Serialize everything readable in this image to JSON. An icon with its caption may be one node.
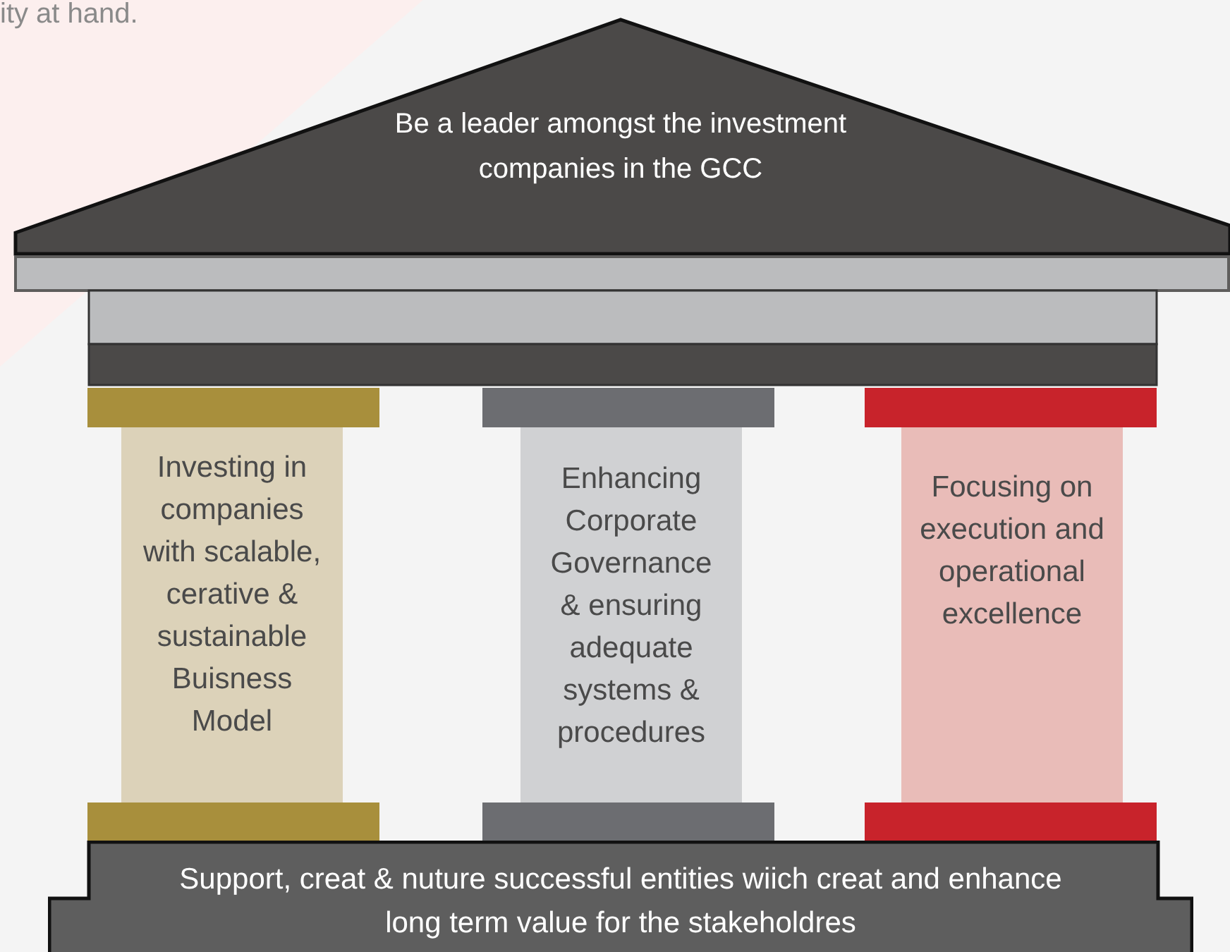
{
  "diagram": {
    "nodes": [
      {
        "text": [
          "Be a leader amongst the investment companies in the GCC"
        ]
      },
      {
        "text": [
          "Investing in companies with scalable, cerative & sustainable Buisness Model"
        ]
      },
      {
        "text": [
          "Enhancing Corporate Governance & ensuring adequate systems & procedures"
        ]
      },
      {
        "text": [
          "Focusing on execution and operational excellence"
        ]
      },
      {
        "text": [
          "Support, creat & nuture successful entities wiich creat and enhance long term value for the stakeholdres"
        ]
      }
    ],
    "labels": [
      "ity at hand."
    ]
  }
}
